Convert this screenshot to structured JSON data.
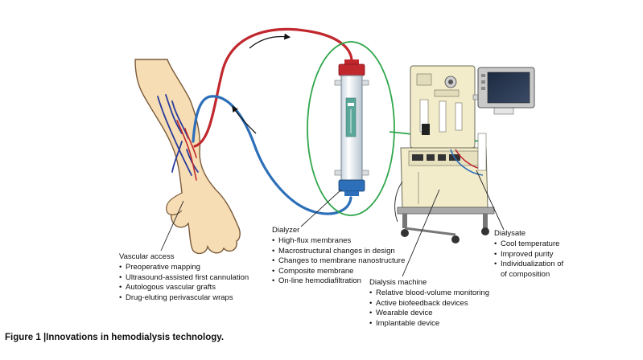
{
  "caption": {
    "figure_number": "Figure 1",
    "separator": "|",
    "title": "Innovations in hemodialysis technology."
  },
  "labels": {
    "vascular_access": {
      "title": "Vascular access",
      "items": [
        "Preoperative mapping",
        "Ultrasound-assisted first cannulation",
        "Autologous vascular grafts",
        "Drug-eluting perivascular wraps"
      ]
    },
    "dialyzer": {
      "title": "Dialyzer",
      "items": [
        "High-flux membranes",
        "Macrostructural changes in design",
        "Changes to membrane nanostructure",
        "Composite membrane",
        "On-line hemodiafiltration"
      ]
    },
    "dialysis_machine": {
      "title": "Dialysis machine",
      "items": [
        "Relative blood-volume monitoring",
        "Active biofeedback devices",
        "Wearable device",
        "Implantable device"
      ]
    },
    "dialysate": {
      "title": "Dialysate",
      "items": [
        "Cool temperature",
        "Improved purity",
        "Individualization of",
        "of composition"
      ]
    }
  },
  "colors": {
    "arterial_line": "#c0282e",
    "venous_line": "#2d6fb8",
    "highlight_ellipse": "#2ea64a",
    "skin": "#f7ddb4",
    "skin_outline": "#7a5a3a",
    "machine_body": "#f3eccb",
    "monitor_frame": "#c9c9c9"
  },
  "icons": [
    "arm-illustration",
    "dialyzer-cartridge",
    "dialysis-machine",
    "monitor-screen",
    "flow-arrow-icon"
  ]
}
